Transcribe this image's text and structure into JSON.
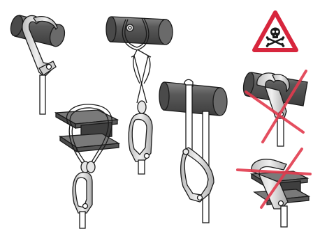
{
  "colors": {
    "pipe": "#555555",
    "pipe_light": "#7a7a7a",
    "pipe_highlight": "#9a9a9a",
    "metal": "#d9d9d9",
    "metal_dark": "#9c9c9c",
    "outline": "#1a1a1a",
    "warning_red": "#d7263d",
    "warning_fill": "#ffffff",
    "cross_red": "#e23b4e"
  },
  "icons": {
    "warning": "skull-and-crossbones-warning-icon"
  },
  "panels": [
    "carabiner-clipped-directly-around-pipe",
    "steel-cable-sling-around-i-beam-with-carabiner",
    "chain-link-sling-on-pipe-with-carabiner",
    "strap-over-pipe-with-carabiner",
    "incorrect-carabiner-on-pipe-crossed-out",
    "incorrect-carabiner-on-beam-crossed-out"
  ]
}
